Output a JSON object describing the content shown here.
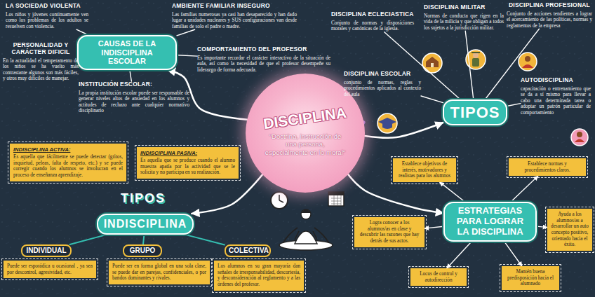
{
  "diagram": {
    "nodes": [
      {
        "text": [
          "DISCIPLINA",
          "\"Doctrina, instrucción de una persona, especialmente en lo moral\""
        ]
      },
      {
        "text": [
          "CAUSAS DE LA INDISCIPLINA ESCOLAR"
        ]
      },
      {
        "text": [
          "LA SOCIEDAD VIOLENTA",
          "Los niños y jóvenes continuamente ven como los problemas de los adultos se resuelven con violencia."
        ]
      },
      {
        "text": [
          "AMBIENTE FAMILIAR INSEGURO",
          "Las familias numerosas ya casi han desaparecido y han dado lugar a unidades nucleares y SUS configuraciones van desde familias de solo el padre o madre."
        ]
      },
      {
        "text": [
          "PERSONALIDAD Y CARÁCTER DIFICIL",
          "En la actualidad el temperamento de los niños se ha vuelto más contrastante algunos son más fáciles, y otros muy difíciles de manejar."
        ]
      },
      {
        "text": [
          "COMPORTAMIENTO DEL PROFESOR",
          "Es importante recordar el carácter interactivo de la situación de aula, así como la necesidad de que el profesor desempeñe su liderazgo de forma adecuada."
        ]
      },
      {
        "text": [
          "INSTITUCIÓN ESCOLAR:",
          "La propia institución escolar puede ser responsable de generar niveles altos de ansiedad en los alumnos y actitudes de rechazo ante cualquier normativo disciplinario"
        ]
      },
      {
        "text": [
          "INDISCIPLINA ACTIVA:",
          "Es aquella que fácilmente se puede detectar (gritos, inquietud, peleas, falta de respeto, etc.) y se puede corregir cuando los alumnos se involucran en el proceso de enseñanza aprendizaje."
        ]
      },
      {
        "text": [
          "INDISCIPLINA PASIVA:",
          "Es aquella que se produce cuando el alumno muestra apatía por la actividad que se le solicita y no participa en su realización."
        ]
      },
      {
        "text": [
          "INDISCIPLINA"
        ]
      },
      {
        "text": [
          "INDIVIDUAL"
        ]
      },
      {
        "text": [
          "Puede ser esporádica u ocasional , ya sea por descontrol, agresividad, etc."
        ]
      },
      {
        "text": [
          "GRUPO"
        ]
      },
      {
        "text": [
          "Puede ser en forma global en una sola clase, se puede dar en parejas, confidenciales, o por bandos dominantes y rivales."
        ]
      },
      {
        "text": [
          "COLECTIVA"
        ]
      },
      {
        "text": [
          "Los alumnos en su gran mayoría dan señales de irresponsabilidad, descortesía, y desconsideración al reglamento y a las órdenes del profesor."
        ]
      },
      {
        "text": [
          "DISCIPLINA ECLECIASTICA",
          "Conjunto de normas y disposiciones morales y canónicas de la iglesia."
        ]
      },
      {
        "text": [
          "DISCIPLINA MILITAR",
          "Normas de conducta que rigen en la vida de la milicia y que obligan a todos los sujetos a la jurisdicción militar."
        ]
      },
      {
        "text": [
          "DISCIPLINA PROFESIONAL",
          "Conjunto de acciones tendientes a lograr el acercamiento de las políticas, normas y reglamentos de la empresa"
        ]
      },
      {
        "text": [
          "DISCIPLINA ESCOLAR",
          "conjunto de normas, reglas y procedimientos aplicados al contexto del aula"
        ]
      },
      {
        "text": [
          "AUTODISCIPLINA",
          "capacitación o entrenamiento que se da a sí mismo para llevar a cabo una determinada tarea o adoptar un patrón particular de comportamiento"
        ]
      },
      {
        "text": [
          "TIPOS"
        ]
      },
      {
        "text": [
          "ESTRATEGIAS PARA LOGRAR LA DISCIPLINA"
        ]
      },
      {
        "text": [
          "Establece objetivos de interés, motivadores y realistas para los alumnos"
        ]
      },
      {
        "text": [
          "Establece normas y procedimientos claros."
        ]
      },
      {
        "text": [
          "Logra conocer a los alumnos/as en clase y descubrir las razones que hay detrás de sus actos."
        ]
      },
      {
        "text": [
          "Ayuda a los alumnos/as a desarrollar un auto concepto positivo, orientado hacia el éxito."
        ]
      },
      {
        "text": [
          "Locus de control y autodirección"
        ]
      },
      {
        "text": [
          "Mantén buena predisposición hacia el alumnado"
        ]
      }
    ],
    "edges": [
      {
        "from": 0,
        "to": 1,
        "arrow": "to"
      },
      {
        "from": 1,
        "to": 2,
        "arrow": "none"
      },
      {
        "from": 1,
        "to": 3,
        "arrow": "none"
      },
      {
        "from": 1,
        "to": 4,
        "arrow": "none"
      },
      {
        "from": 1,
        "to": 5,
        "arrow": "none"
      },
      {
        "from": 1,
        "to": 6,
        "arrow": "none"
      },
      {
        "from": 0,
        "to": 9,
        "arrow": "to"
      },
      {
        "from": 9,
        "to": 10,
        "arrow": "none"
      },
      {
        "from": 9,
        "to": 12,
        "arrow": "none"
      },
      {
        "from": 9,
        "to": 14,
        "arrow": "none"
      },
      {
        "from": 0,
        "to": 21,
        "arrow": "to"
      },
      {
        "from": 21,
        "to": 16,
        "arrow": "none"
      },
      {
        "from": 21,
        "to": 17,
        "arrow": "none"
      },
      {
        "from": 21,
        "to": 18,
        "arrow": "none"
      },
      {
        "from": 21,
        "to": 19,
        "arrow": "none"
      },
      {
        "from": 21,
        "to": 20,
        "arrow": "none"
      },
      {
        "from": 0,
        "to": 22,
        "arrow": "to"
      },
      {
        "from": 22,
        "to": 23,
        "arrow": "to"
      },
      {
        "from": 22,
        "to": 24,
        "arrow": "to"
      },
      {
        "from": 22,
        "to": 25,
        "arrow": "to"
      },
      {
        "from": 22,
        "to": 26,
        "arrow": "to"
      },
      {
        "from": 22,
        "to": 27,
        "arrow": "to"
      },
      {
        "from": 22,
        "to": 28,
        "arrow": "to"
      }
    ],
    "labels": [
      "TIPOS"
    ]
  }
}
